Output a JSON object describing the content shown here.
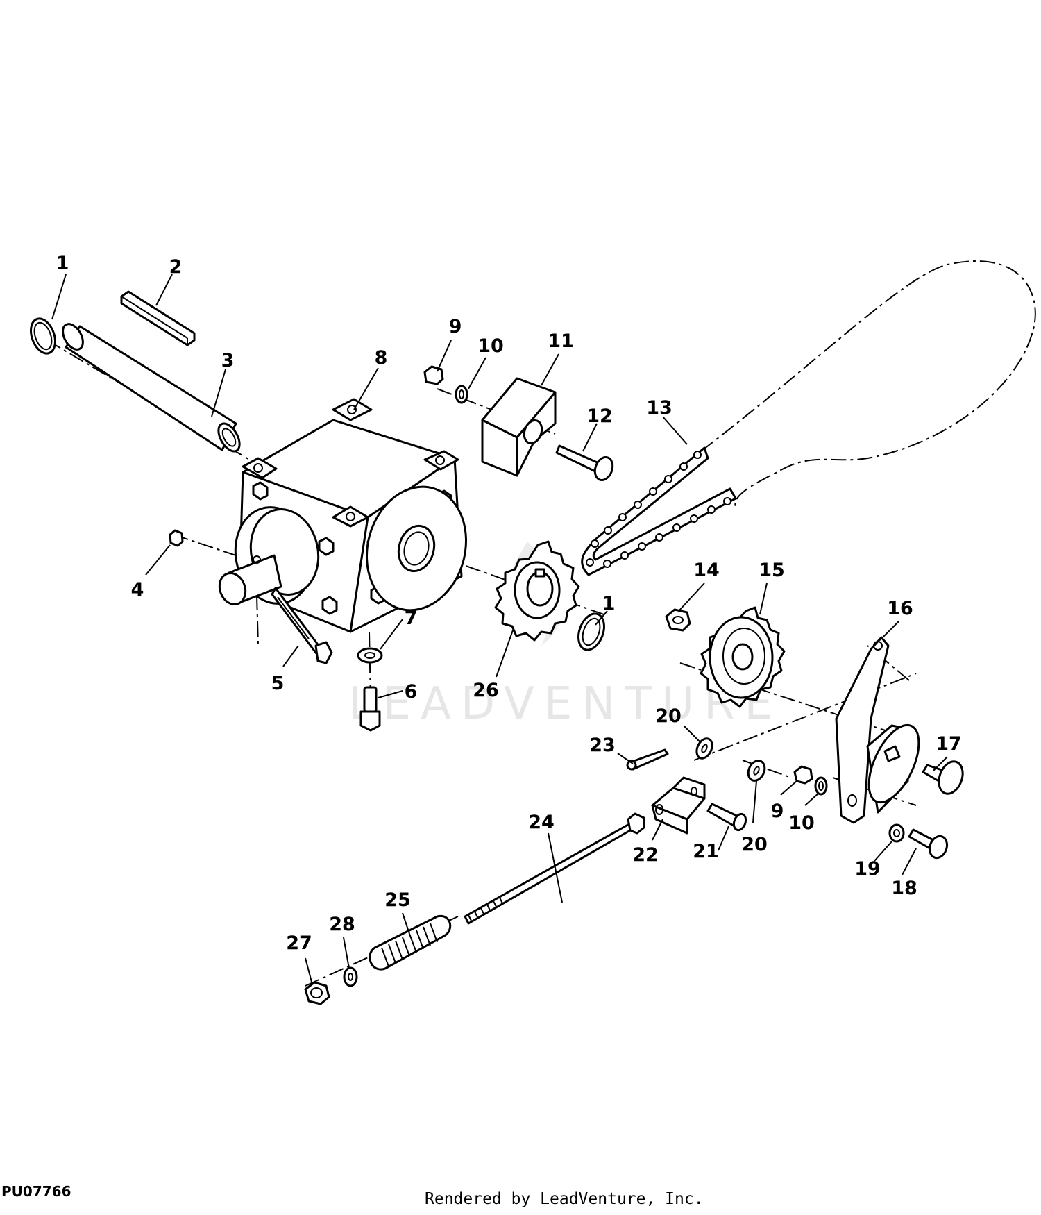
{
  "diagram": {
    "drawing_id": "PU07766",
    "footer": "Rendered by LeadVenture, Inc.",
    "watermark": "LEADVENTURE",
    "callouts": [
      "1",
      "2",
      "3",
      "8",
      "9",
      "10",
      "11",
      "12",
      "13",
      "4",
      "5",
      "7",
      "6",
      "26",
      "1",
      "14",
      "15",
      "16",
      "20",
      "23",
      "17",
      "9",
      "10",
      "24",
      "22",
      "21",
      "20",
      "19",
      "18",
      "25",
      "28",
      "27"
    ]
  }
}
